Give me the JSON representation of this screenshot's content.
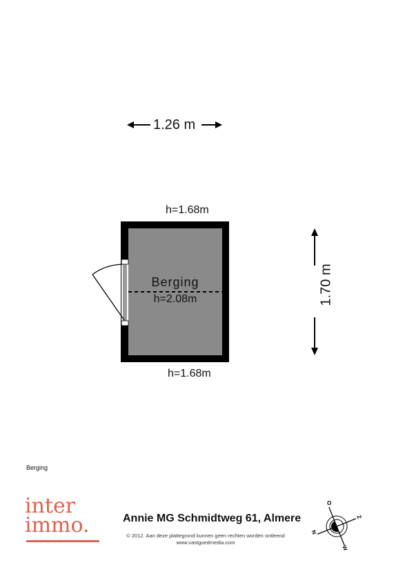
{
  "dimensions": {
    "width": "1.26 m",
    "height": "1.70 m"
  },
  "room": {
    "name": "Berging",
    "height_center": "h=2.08m",
    "height_top": "h=1.68m",
    "height_bottom": "h=1.68m"
  },
  "floor_name": "Berging",
  "logo": {
    "line1": "inter",
    "line2": "immo.",
    "color": "#e0604a"
  },
  "footer": {
    "address": "Annie MG Schmidtweg 61, Almere",
    "copyright": "© 2012. Aan deze plattegrond kunnen geen rechten worden ontleend",
    "url": "www.vastgoedmedia.com"
  },
  "compass": {
    "o": "O",
    "z": "Z",
    "n": "N",
    "w": "W"
  },
  "colors": {
    "wall": "#000000",
    "floor": "#8a8a8a"
  }
}
